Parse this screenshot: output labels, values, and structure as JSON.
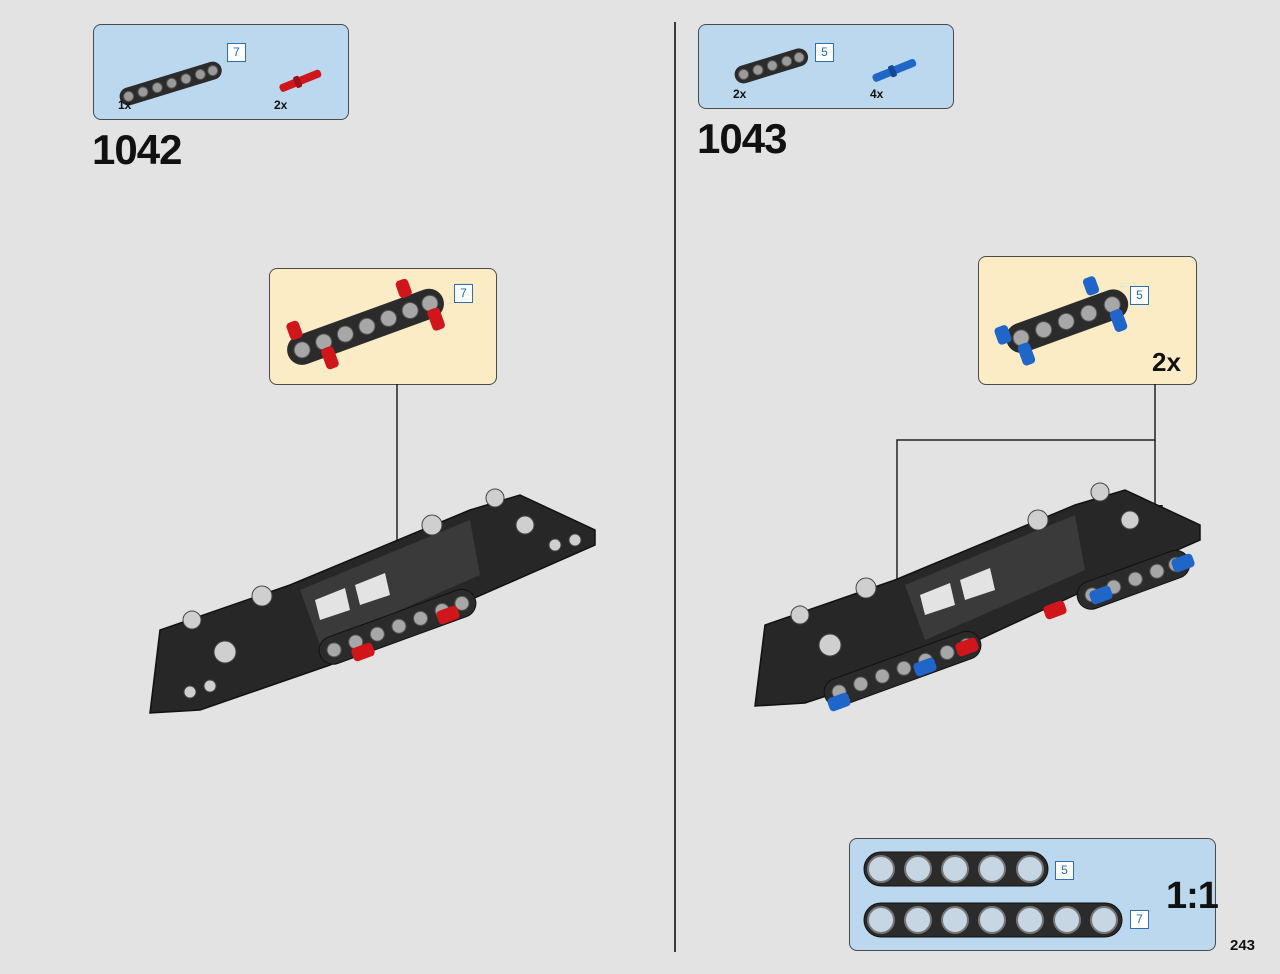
{
  "left_step": {
    "number": "1042",
    "parts": [
      {
        "quantity": "1x",
        "name": "beam-7",
        "length": "7",
        "color": "#2b2b2b"
      },
      {
        "quantity": "2x",
        "name": "axle-pin",
        "color": "#d0151b"
      }
    ],
    "subassembly": {
      "length": "7"
    }
  },
  "right_step": {
    "number": "1043",
    "parts": [
      {
        "quantity": "2x",
        "name": "beam-5",
        "length": "5",
        "color": "#2b2b2b"
      },
      {
        "quantity": "4x",
        "name": "axle-pin",
        "color": "#1f66c8"
      }
    ],
    "subassembly": {
      "length": "5",
      "multiplier": "2x"
    }
  },
  "scale_guide": {
    "label": "1:1",
    "beams": [
      {
        "holes": 5,
        "length": "5"
      },
      {
        "holes": 7,
        "length": "7"
      }
    ]
  },
  "page_number": "243",
  "colors": {
    "background": "#e3e3e3",
    "parts_panel": "#bcd8ef",
    "callout_panel": "#fbecc6",
    "red_pin": "#d0151b",
    "blue_pin": "#1f66c8",
    "black_beam": "#2b2b2b"
  }
}
